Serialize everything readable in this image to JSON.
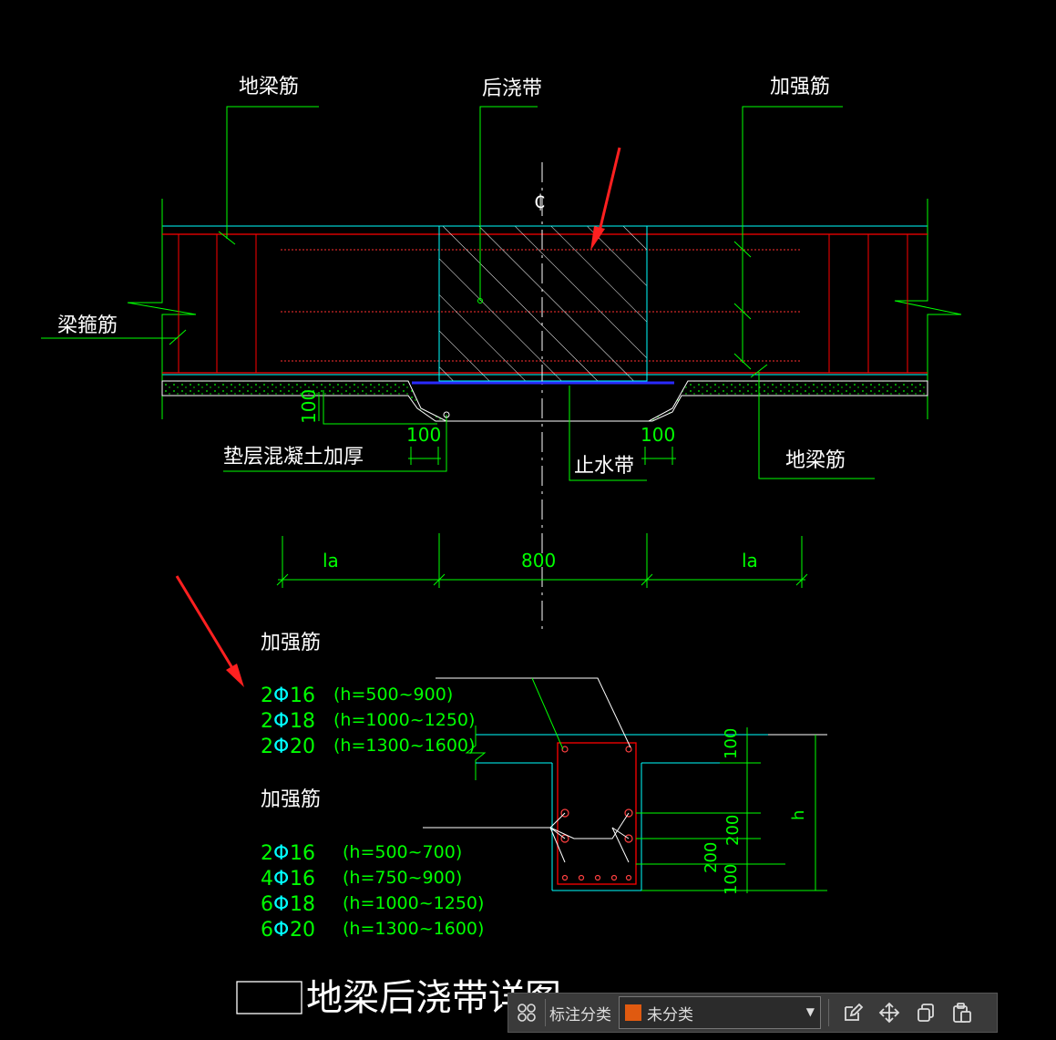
{
  "drawing": {
    "labels": {
      "ground_beam_rebar_top_left": "地梁筋",
      "post_pour_strip": "后浇带",
      "reinforcement_top_right": "加强筋",
      "centerline_mark": "₵",
      "beam_stirrup": "梁箍筋",
      "cushion_thicken": "垫层混凝土加厚",
      "waterstop": "止水带",
      "ground_beam_rebar_bottom_right": "地梁筋",
      "dim_100_vertical": "100",
      "dim_100_left": "100",
      "dim_100_right": "100",
      "dim_la_left": "la",
      "dim_800": "800",
      "dim_la_right": "la"
    },
    "reinforcement_table_1": {
      "title": "加强筋",
      "rows": [
        {
          "count": "2",
          "dia": "16",
          "range": "(h=500~900)"
        },
        {
          "count": "2",
          "dia": "18",
          "range": "(h=1000~1250)"
        },
        {
          "count": "2",
          "dia": "20",
          "range": "(h=1300~1600)"
        }
      ]
    },
    "reinforcement_table_2": {
      "title": "加强筋",
      "rows": [
        {
          "count": "2",
          "dia": "16",
          "range": "(h=500~700)"
        },
        {
          "count": "4",
          "dia": "16",
          "range": "(h=750~900)"
        },
        {
          "count": "6",
          "dia": "18",
          "range": "(h=1000~1250)"
        },
        {
          "count": "6",
          "dia": "20",
          "range": "(h=1300~1600)"
        }
      ]
    },
    "section_dims": {
      "top": "100",
      "d1": "200",
      "d2": "200",
      "bottom": "100",
      "height": "h"
    },
    "title": "地梁后浇带详图"
  },
  "toolbar": {
    "category_label": "标注分类",
    "selected_category": "未分类",
    "swatch_color": "#e05a10"
  },
  "colors": {
    "green": "#00ff00",
    "cyan": "#00ffff",
    "red": "#ff0000",
    "white": "#ffffff",
    "blue": "#2a2aff",
    "arrow": "#ff2020"
  }
}
